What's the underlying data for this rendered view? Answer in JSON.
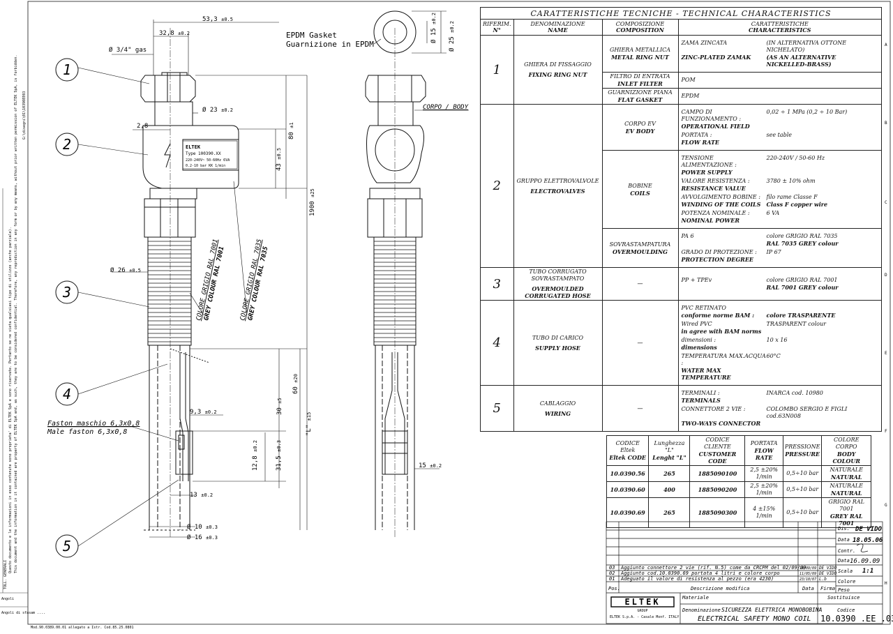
{
  "side_texts": {
    "path": "G:\\disegni\\01\\10390EE03",
    "legal": [
      "Questo documento e le informazioni in esso contenute sono proprieta' di ELTEK SpA e sono riservate. Pertanto se ne vieta qualsiasi tipo di utilizzo (anche parziale).",
      "This document and the information in it contained are property of ELTEK SpA and, as such, they are to be considered confidential. Therefore, any reproduction in any form or by any means, without prior written permission of ELTEK SpA, is forbidden."
    ],
    "form_ref": "Mod.90.0389.00.01 allegato a Istr. Cod.85.25.0801",
    "tolerances_label": "TOLL. GENERALI",
    "angles_label": "Angoli",
    "edge_label": "Angoli di sfasam ...."
  },
  "margin_letters_right": [
    "A",
    "B",
    "C",
    "D",
    "E",
    "F",
    "G",
    "H"
  ],
  "drawing": {
    "gasket_label_it": "EPDM Gasket",
    "gasket_label_en": "Guarnizione in EPDM",
    "body_label": "CORPO / BODY",
    "thread_label": "Ø 3/4\" gas",
    "dims": {
      "d53": "53,3",
      "d53_tol": "±0.5",
      "d32": "32,8",
      "d32_tol": "±0.2",
      "d23": "Ø 23",
      "d23_tol": "±0.2",
      "d28": "2,8",
      "d80": "80",
      "d80_tol": "±1",
      "d43": "43",
      "d43_tol": "±0.5",
      "d1900": "1900",
      "d1900_tol": "±25",
      "d26": "Ø 26",
      "d26_tol": "±0.5",
      "d60": "60",
      "d60_tol": "±20",
      "d30": "30",
      "d30_tol": "±5",
      "dL": "\"L\"",
      "dL_tol": "±15",
      "d93": "9,3",
      "d93_tol": "±0.2",
      "d128": "12,8",
      "d128_tol": "±0.2",
      "d315": "31,5",
      "d315_tol": "±0.3",
      "d13": "13",
      "d13_tol": "±0.2",
      "d10": "Ø 10",
      "d10_tol": "±0.3",
      "d16": "Ø 16",
      "d16_tol": "±0.3",
      "d15": "Ø 15",
      "d15_tol": "±0.2",
      "d25": "Ø 25",
      "d25_tol": "±0.2",
      "d15b": "15",
      "d15b_tol": "±0.2"
    },
    "colore1": "COLORE GRIGIO RAL 7001",
    "grey1": "GREY COLOUR RAL 7001",
    "colore2": "COLORE GRIGIO RAL 7035",
    "grey2": "GREY COLOUR RAL 7035",
    "faston_it": "Faston maschio 6,3x0,8",
    "faston_en": "Male faston 6,3x0,8",
    "balloons": [
      "1",
      "2",
      "3",
      "4",
      "5"
    ],
    "label_plate": {
      "brand": "ELTEK",
      "type": "Type 100390.XX",
      "rating": "220-240V~ 50-60Hz  6VA",
      "pressure": "0.2-10 bar KK 1/min"
    }
  },
  "tech": {
    "title": "CARATTERISTICHE TECNICHE - TECHNICAL CHARACTERISTICS",
    "headers": {
      "rif": "RIFERIM.",
      "rif2": "N°",
      "name": "DENOMINAZIONE",
      "name2": "NAME",
      "comp": "COMPOSIZIONE",
      "comp2": "COMPOSITION",
      "char": "CARATTERISTICHE",
      "char2": "CHARACTERISTICS"
    },
    "rows": [
      {
        "num": "1",
        "name_it": "GHIERA DI FISSAGGIO",
        "name_en": "FIXING RING NUT",
        "subs": [
          {
            "comp_it": "GHIERA METALLICA",
            "comp_en": "METAL RING NUT",
            "lines": [
              [
                "ZAMA ZINCATA",
                "(IN ALTERNATIVA OTTONE NICHELATO)"
              ],
              [
                "ZINC-PLATED ZAMAK",
                "(AS AN ALTERNATIVE NICKELLED-BRASS)"
              ]
            ]
          },
          {
            "comp_it": "FILTRO DI ENTRATA",
            "comp_en": "INLET FILTER",
            "lines": [
              [
                "POM",
                ""
              ]
            ]
          },
          {
            "comp_it": "GUARNIZIONE PIANA",
            "comp_en": "FLAT GASKET",
            "lines": [
              [
                "EPDM",
                ""
              ]
            ]
          }
        ]
      },
      {
        "num": "2",
        "name_it": "GRUPPO ELETTROVALVOLE",
        "name_en": "ELECTROVALVES",
        "subs": [
          {
            "comp_it": "CORPO EV",
            "comp_en": "EV BODY",
            "lines": [
              [
                "CAMPO DI FUNZIONAMENTO :",
                "0,02 ÷ 1 MPa (0,2 ÷ 10 Bar)"
              ],
              [
                "OPERATIONAL FIELD",
                ""
              ],
              [
                "PORTATA :",
                "see table"
              ],
              [
                "FLOW RATE",
                ""
              ]
            ]
          },
          {
            "comp_it": "BOBINE",
            "comp_en": "COILS",
            "lines": [
              [
                "TENSIONE ALIMENTAZIONE :",
                "220-240V / 50-60 Hz"
              ],
              [
                "POWER SUPPLY",
                ""
              ],
              [
                "VALORE RESISTENZA :",
                "3780 ± 10% ohm"
              ],
              [
                "RESISTANCE VALUE",
                ""
              ],
              [
                "AVVOLGIMENTO BOBINE :",
                "filo rame  Classe F"
              ],
              [
                "WINDING OF THE COILS",
                "Class F copper wire"
              ],
              [
                "POTENZA NOMINALE :",
                "6 VA"
              ],
              [
                "NOMINAL POWER",
                ""
              ]
            ]
          },
          {
            "comp_it": "SOVRASTAMPATURA",
            "comp_en": "OVERMOULDING",
            "lines": [
              [
                "PA 6",
                "colore GRIGIO  RAL 7035"
              ],
              [
                "",
                "RAL 7035 GREY colour"
              ],
              [
                "GRADO DI PROTEZIONE :",
                "IP 67"
              ],
              [
                "PROTECTION DEGREE",
                ""
              ]
            ]
          }
        ]
      },
      {
        "num": "3",
        "name_it": "TUBO CORRUGATO SOVRASTAMPATO",
        "name_en": "OVERMOULDED CORRUGATED HOSE",
        "subs": [
          {
            "comp_it": "—",
            "comp_en": "",
            "lines": [
              [
                "PP + TPEv",
                "colore GRIGIO  RAL 7001"
              ],
              [
                "",
                "RAL 7001 GREY colour"
              ]
            ]
          }
        ]
      },
      {
        "num": "4",
        "name_it": "TUBO DI CARICO",
        "name_en": "SUPPLY HOSE",
        "subs": [
          {
            "comp_it": "—",
            "comp_en": "",
            "lines": [
              [
                "PVC  RETINATO",
                ""
              ],
              [
                "conforme norme BAM :",
                "colore TRASPARENTE"
              ],
              [
                "Wired PVC",
                "TRASPARENT colour"
              ],
              [
                "in agree with BAM norms",
                ""
              ],
              [
                "dimensioni :",
                "10 x 16"
              ],
              [
                "dimensions",
                ""
              ],
              [
                "TEMPERATURA MAX.ACQUA :",
                "60°C"
              ],
              [
                "WATER MAX TEMPERATURE",
                ""
              ]
            ]
          }
        ]
      },
      {
        "num": "5",
        "name_it": "CABLAGGIO",
        "name_en": "WIRING",
        "subs": [
          {
            "comp_it": "—",
            "comp_en": "",
            "lines": [
              [
                "TERMINALI :",
                "INARCA        cod. 10980"
              ],
              [
                "TERMINALS",
                ""
              ],
              [
                "CONNETTORE 2 VIE :",
                "COLOMBO SERGIO E FIGLI cod.63N008"
              ],
              [
                "TWO-WAYS CONNECTOR",
                ""
              ]
            ]
          }
        ]
      }
    ]
  },
  "codes": {
    "headers": [
      [
        "CODICE Eltek",
        "Eltek CODE"
      ],
      [
        "Lunghezza \"L\"",
        "Lenght \"L\""
      ],
      [
        "CODICE CLIENTE",
        "CUSTOMER CODE"
      ],
      [
        "PORTATA",
        "FLOW RATE"
      ],
      [
        "PRESSIONE",
        "PRESSURE"
      ],
      [
        "COLORE CORPO",
        "BODY COLOUR"
      ]
    ],
    "rows": [
      [
        "10.0390.56",
        "265",
        "1885090100",
        "2,5 ±20%",
        "1/min",
        "0,5÷10 bar",
        "NATURALE",
        "NATURAL"
      ],
      [
        "10.0390.60",
        "400",
        "1885090200",
        "2,5 ±20%",
        "1/min",
        "0,5÷10 bar",
        "NATURALE",
        "NATURAL"
      ],
      [
        "10.0390.69",
        "265",
        "1885090300",
        "4 ±15%",
        "1/min",
        "0,5÷10 bar",
        "GRIGIO RAL 7001",
        "GREY RAL 7001"
      ]
    ]
  },
  "title_block": {
    "revisions": [
      [
        "03",
        "Aggiunto connettore 2 vie (rif. N.5) come da CRCPM del 02/09/09",
        "10/09/09",
        "DE VIDO"
      ],
      [
        "02",
        "Aggiunto cod.10.0390.69 portata 4 litri e colore corpo",
        "11/05/09",
        "DE VIDO"
      ],
      [
        "01",
        "Adeguato il valore di resistenza al pezzo (era 4230)",
        "23/10/07",
        "L.b"
      ]
    ],
    "rev_headers": [
      "Pos.",
      "Descrizione modifica",
      "Data",
      "Firma"
    ],
    "dis_label": "Dis.",
    "dis_value": "DE VIDO",
    "data_label": "Data",
    "data_value": "18.05.06",
    "contr_label": "Contr.",
    "data2_label": "Data",
    "data2_value": "16.09.09",
    "scala_label": "Scala",
    "scala_value": "1:1",
    "colore_label": "Colore",
    "peso_label": "Peso",
    "materiale_label": "Materiale",
    "sostituisce_label": "Sostituisce",
    "denominazione_label": "Denominazione",
    "denominazione_it": "SICUREZZA ELETTRICA MONOBOBINA",
    "denominazione_en": "ELECTRICAL SAFETY MONO COIL",
    "codice_label": "Codice",
    "codice_value": "10.0390 .EE .03",
    "company": "ELTEK",
    "company_sub": "GROUP",
    "company_addr": "ELTEK S.p.A. - Casale Monf. ITALY"
  }
}
